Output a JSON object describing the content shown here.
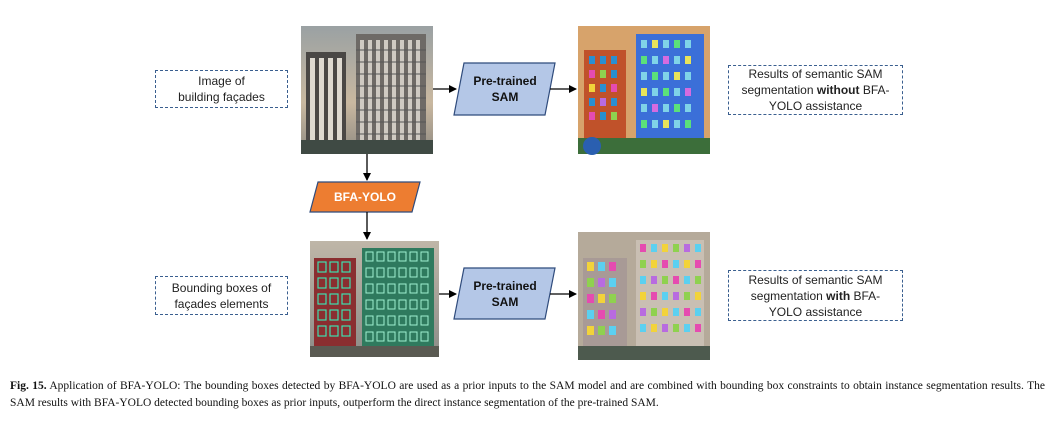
{
  "diagram": {
    "input_top": "Image of building façades",
    "input_top_lines": [
      "Image of",
      "building façades"
    ],
    "input_bottom_lines": [
      "Bounding boxes of",
      "façades elements"
    ],
    "sam_top_lines": [
      "Pre-trained",
      "SAM"
    ],
    "sam_bottom_lines": [
      "Pre-trained",
      "SAM"
    ],
    "yolo_label": "BFA-YOLO",
    "result_top": {
      "pre": "Results of semantic SAM segmentation ",
      "bold": "without",
      "post": " BFA-YOLO assistance",
      "line1": "Results of semantic SAM",
      "line2_pre": "segmentation ",
      "line2_bold": "without",
      "line2_post": " BFA-",
      "line3": "YOLO assistance"
    },
    "result_bottom": {
      "line1": "Results of semantic SAM",
      "line2_pre": "segmentation ",
      "line2_bold": "with",
      "line2_post": " BFA-",
      "line3": "YOLO assistance"
    }
  },
  "colors": {
    "sam_fill": "#b4c7e7",
    "yolo_fill": "#ed7d31",
    "dashed_border": "#3a5f8f",
    "arrow": "#000000"
  },
  "caption": {
    "label": "Fig. 15.",
    "text": " Application of BFA-YOLO: The bounding boxes detected by BFA-YOLO are used as a prior inputs to the SAM model and are combined with bounding box constraints to obtain instance segmentation results. The SAM results with BFA-YOLO detected bounding boxes as prior inputs, outperform the direct instance segmentation of the pre-trained SAM."
  }
}
